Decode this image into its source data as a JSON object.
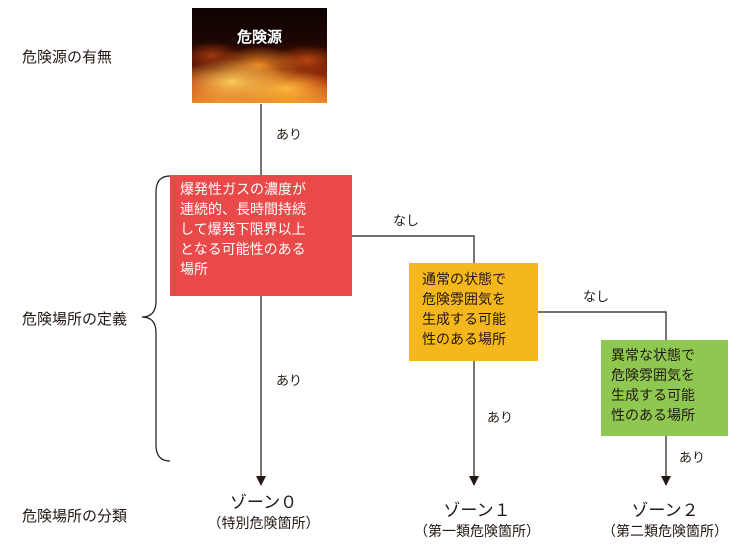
{
  "row_labels": {
    "source": "危険源の有無",
    "definition": "危険場所の定義",
    "classification": "危険場所の分類"
  },
  "hazard": {
    "title": "危険源"
  },
  "boxes": {
    "red": {
      "lines": [
        "爆発性ガスの濃度が",
        "連続的、長時間持続",
        "して爆発下限界以上",
        "となる可能性のある",
        "場所"
      ],
      "color": "#e94949"
    },
    "yellow": {
      "lines": [
        "通常の状態で",
        "危険雰囲気を",
        "生成する可能",
        "性のある場所"
      ],
      "color": "#f5b81c"
    },
    "green": {
      "lines": [
        "異常な状態で",
        "危険雰囲気を",
        "生成する可能",
        "性のある場所"
      ],
      "color": "#8fc850"
    }
  },
  "edges": {
    "source_to_red": "あり",
    "red_to_yellow": "なし",
    "yellow_to_green": "なし",
    "red_to_zone0": "あり",
    "yellow_to_zone1": "あり",
    "green_to_zone2": "あり"
  },
  "zones": [
    {
      "name": "ゾーン０",
      "sub": "（特別危険箇所）"
    },
    {
      "name": "ゾーン１",
      "sub": "（第一類危険箇所）"
    },
    {
      "name": "ゾーン２",
      "sub": "（第二類危険箇所）"
    }
  ]
}
